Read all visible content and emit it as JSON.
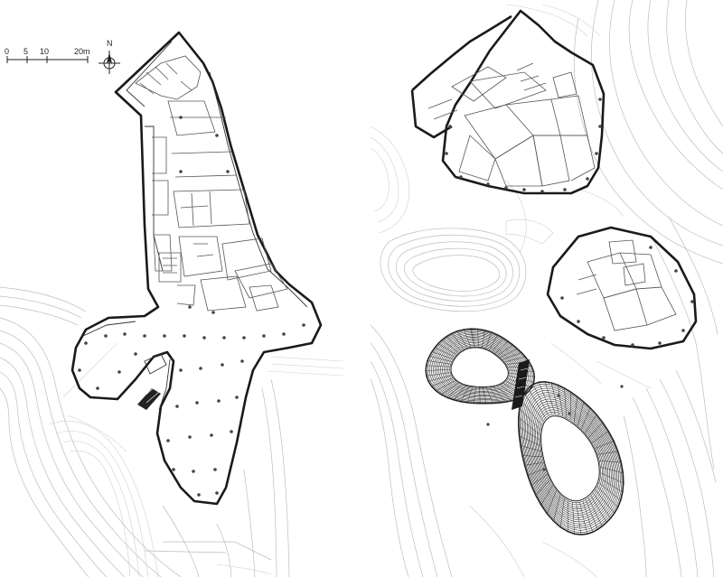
{
  "scale_bar": {
    "labels": [
      "0",
      "5",
      "10",
      "20m"
    ]
  },
  "north_arrow": {
    "label": "N"
  },
  "colors": {
    "wall": "#1a1a1a",
    "context_lines": "#bdbdbd",
    "background": "#ffffff"
  },
  "icons": {
    "north": "compass-rose-icon"
  }
}
